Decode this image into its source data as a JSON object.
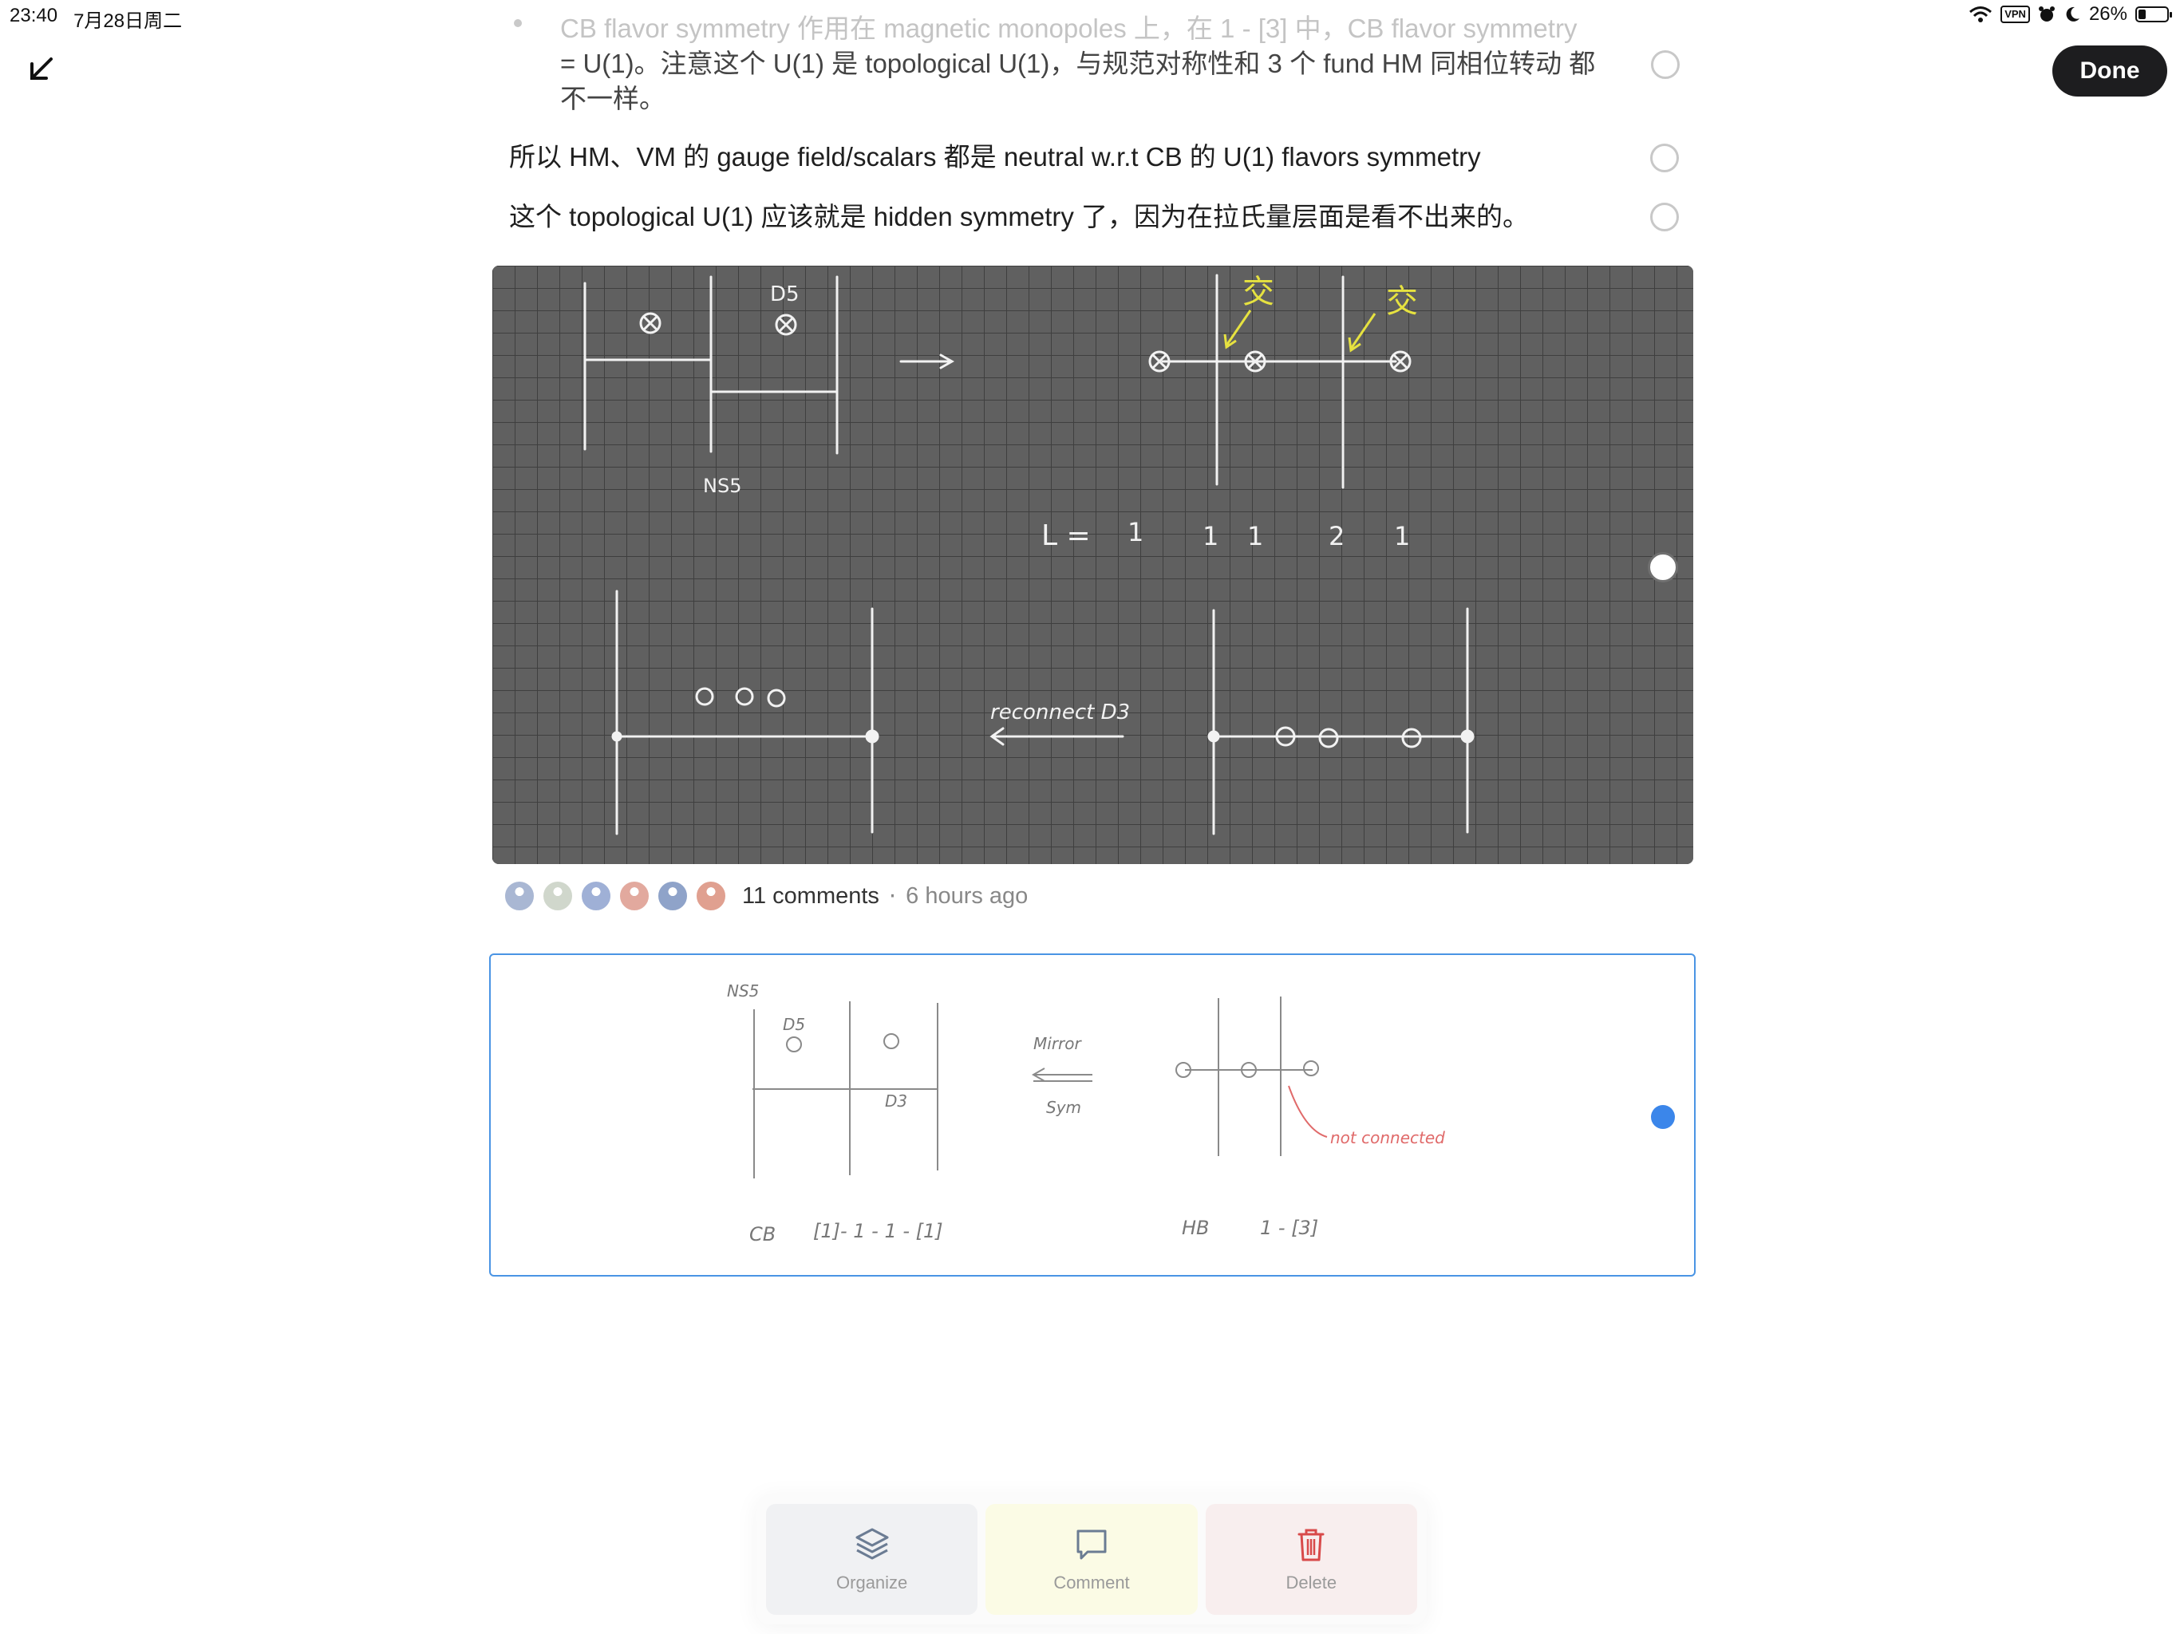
{
  "status_bar": {
    "time": "23:40",
    "date": "7月28日周二",
    "vpn": "VPN",
    "battery": "26%",
    "battery_level": 0.26
  },
  "controls": {
    "collapse_icon": "arrow-down-left-icon",
    "done_label": "Done"
  },
  "blocks": [
    {
      "line1": "CB flavor symmetry 作用在 magnetic monopoles 上，在 1 - [3] 中，CB flavor symmetry",
      "line2": "= U(1)。注意这个 U(1) 是 topological U(1)，与规范对称性和 3 个 fund HM 同相位转动 都",
      "line3": "不一样。"
    },
    {
      "text": "所以 HM、VM 的 gauge field/scalars 都是 neutral w.r.t CB 的 U(1) flavors symmetry"
    },
    {
      "text": "这个 topological U(1) 应该就是 hidden symmetry 了，因为在拉氏量层面是看不出来的。"
    }
  ],
  "board": {
    "label_ns5": "NS5",
    "label_d5": "D5",
    "label_l": "L =",
    "l_values": [
      "1",
      "1",
      "1",
      "2",
      "1"
    ],
    "annotation_top": "交",
    "reconnect": "reconnect D3"
  },
  "comments": {
    "count_text": "11 comments",
    "separator": "·",
    "time_ago": "6 hours ago",
    "avatar_colors": [
      "#a9b7d3",
      "#d0d7cc",
      "#9fb0d6",
      "#e2a99e",
      "#8fa3c9",
      "#e0a090"
    ]
  },
  "sketch": {
    "ns5": "NS5",
    "d5": "D5",
    "d3": "D3",
    "mirror": "Mirror",
    "sym": "Sym",
    "not_connected": "not connected",
    "cb": "CB",
    "cb_quiver": "[1]- 1 - 1 - [1]",
    "hb": "HB",
    "hb_quiver": "1 - [3]"
  },
  "toolbar": {
    "organize": "Organize",
    "comment": "Comment",
    "delete": "Delete",
    "organize_icon": "layers-icon",
    "comment_icon": "speech-bubble-icon",
    "delete_icon": "trash-icon",
    "delete_color": "#d84a4a"
  }
}
